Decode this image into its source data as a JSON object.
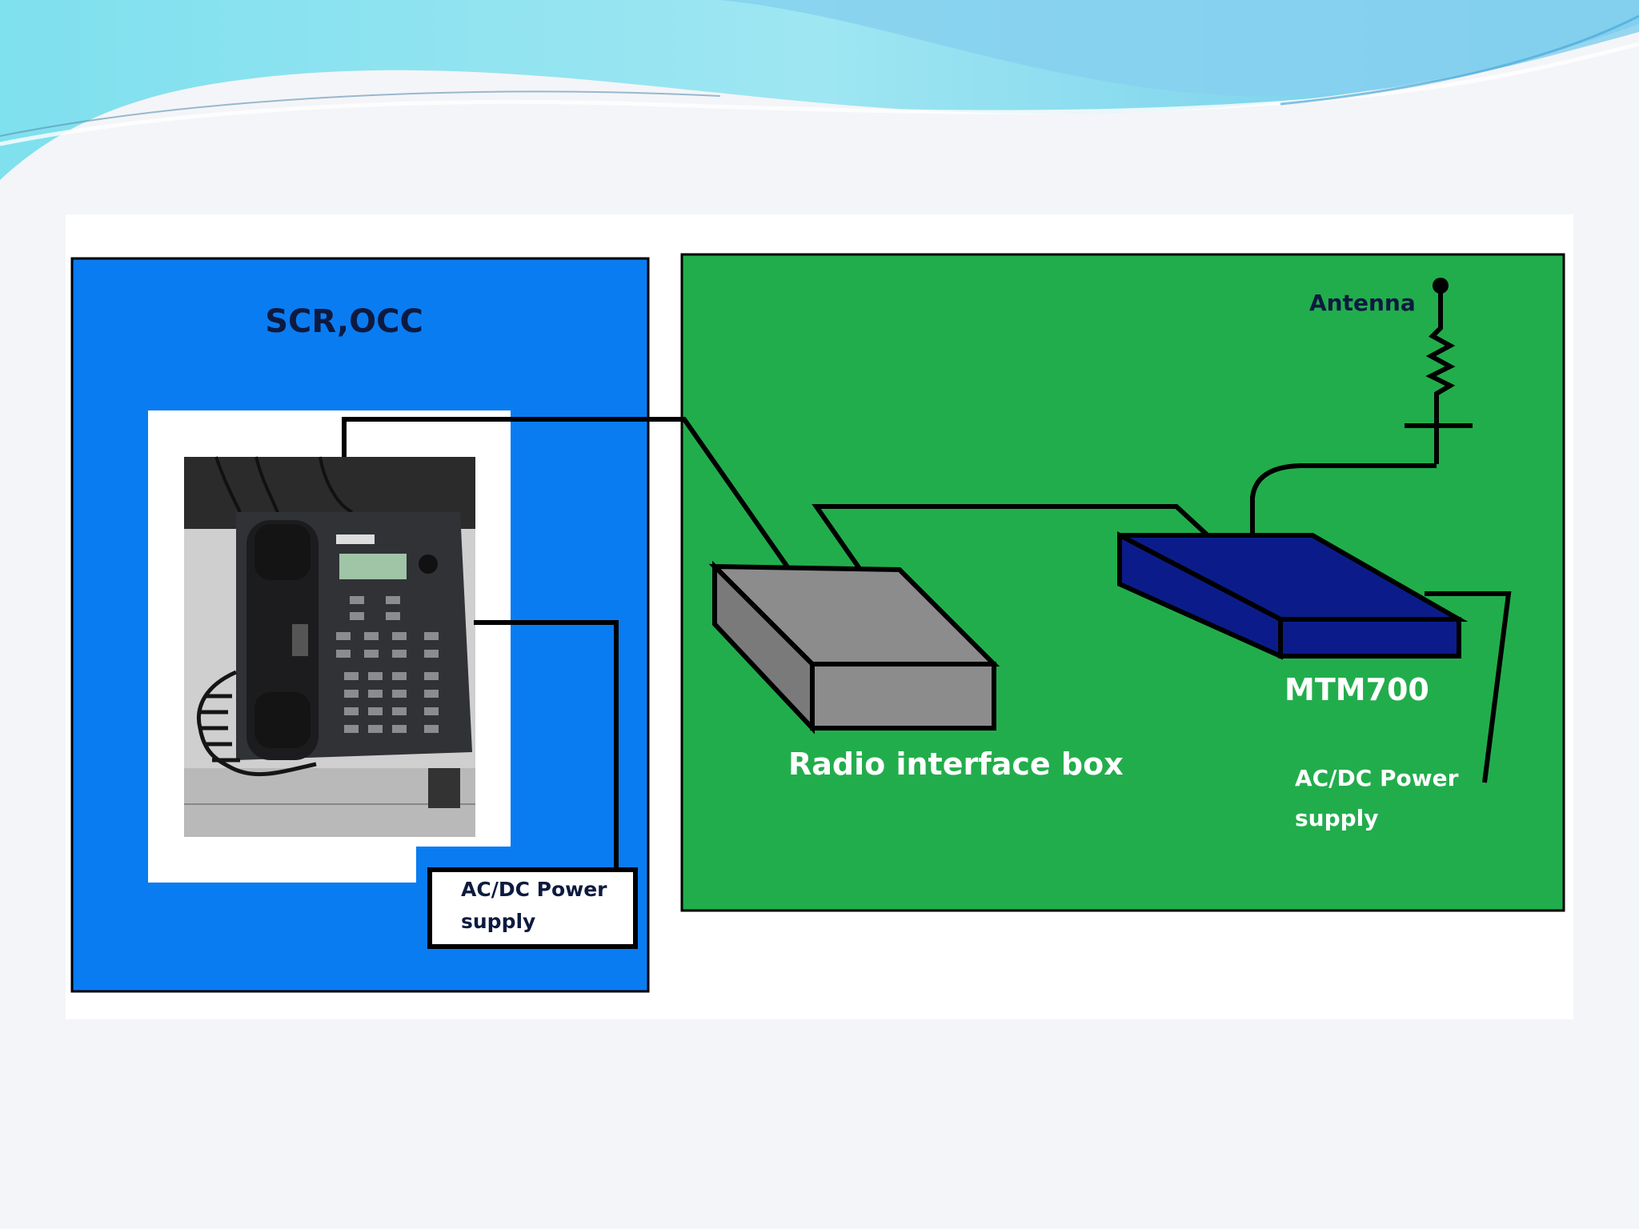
{
  "diagram": {
    "left_region": {
      "title": "SCR,OCC",
      "fill": "#0a7cf2"
    },
    "right_region": {
      "fill": "#22ad4c"
    },
    "phone_power_label": {
      "line1": "AC/DC Power",
      "line2": "supply"
    },
    "radio_box_label": "Radio interface box",
    "radio_box_color": "#8c8c8c",
    "mtm_label": "MTM700",
    "mtm_color": "#0b1c8a",
    "antenna_label": "Antenna",
    "mtm_power_label": {
      "line1": "AC/DC Power",
      "line2": "supply"
    },
    "header_wave_colors": [
      "#8fe4ef",
      "#5cc4e3",
      "#a9dcf0"
    ]
  }
}
